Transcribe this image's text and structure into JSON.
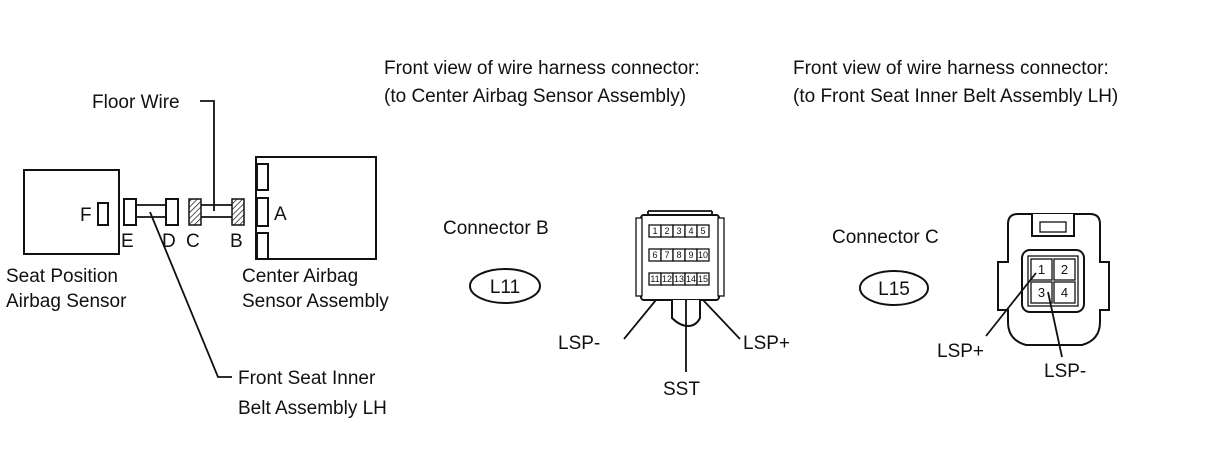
{
  "labels": {
    "floor_wire": "Floor Wire",
    "seat_position_line1": "Seat Position",
    "seat_position_line2": "Airbag Sensor",
    "center_airbag_line1": "Center Airbag",
    "center_airbag_line2": "Sensor Assembly",
    "front_seat_line1": "Front Seat Inner",
    "front_seat_line2": "Belt Assembly LH"
  },
  "connector_letters": [
    "A",
    "B",
    "C",
    "D",
    "E",
    "F"
  ],
  "header_left": {
    "line1": "Front view of wire harness connector:",
    "line2": "(to Center Airbag Sensor Assembly)"
  },
  "header_right": {
    "line1": "Front view of wire harness connector:",
    "line2": "(to Front Seat Inner Belt Assembly LH)"
  },
  "connector_b": {
    "title": "Connector B",
    "code": "L11",
    "pins": [
      "1",
      "2",
      "3",
      "4",
      "5",
      "6",
      "7",
      "8",
      "9",
      "10",
      "11",
      "12",
      "13",
      "14",
      "15"
    ],
    "terminals": {
      "left": "LSP-",
      "right": "LSP+",
      "bottom": "SST"
    }
  },
  "connector_c": {
    "title": "Connector C",
    "code": "L15",
    "pins": [
      "1",
      "2",
      "3",
      "4"
    ],
    "terminals": {
      "left": "LSP+",
      "right": "LSP-"
    }
  }
}
